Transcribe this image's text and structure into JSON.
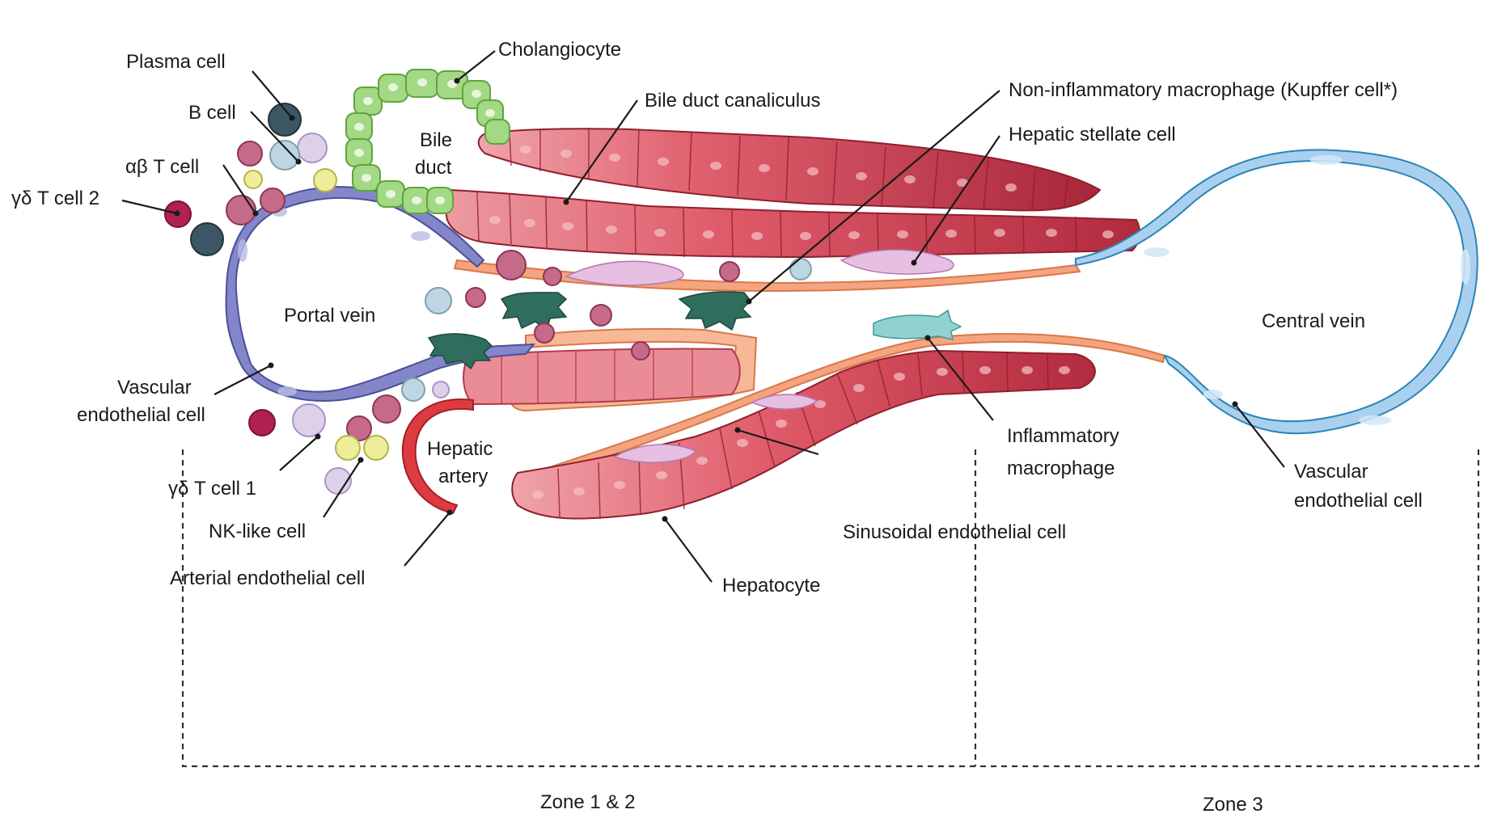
{
  "labels": {
    "plasma_cell": "Plasma cell",
    "b_cell": "B cell",
    "ab_t_cell": "αβ T cell",
    "gd_t_cell_2": "γδ T cell 2",
    "cholangiocyte": "Cholangiocyte",
    "bile_duct_line1": "Bile",
    "bile_duct_line2": "duct",
    "bile_duct_canaliculus": "Bile duct canaliculus",
    "kupffer": "Non-inflammatory macrophage (Kupffer cell*)",
    "hepatic_stellate": "Hepatic stellate cell",
    "portal_vein": "Portal vein",
    "central_vein": "Central vein",
    "vascular_endo_left_line1": "Vascular",
    "vascular_endo_left_line2": "endothelial cell",
    "hepatic_artery_line1": "Hepatic",
    "hepatic_artery_line2": "artery",
    "inflam_macro_line1": "Inflammatory",
    "inflam_macro_line2": "macrophage",
    "vascular_endo_right_line1": "Vascular",
    "vascular_endo_right_line2": "endothelial cell",
    "gd_t_cell_1": "γδ T cell 1",
    "nk_like_cell": "NK-like cell",
    "arterial_endo": "Arterial endothelial cell",
    "sinusoidal_endo": "Sinusoidal endothelial cell",
    "hepatocyte": "Hepatocyte"
  },
  "zones": {
    "zone12": "Zone 1 & 2",
    "zone3": "Zone 3"
  },
  "colors": {
    "hepatocyte_light": "#e98c95",
    "hepatocyte_mid": "#dd5766",
    "hepatocyte_dark": "#b32a3d",
    "portal_vein": "#7b7fc4",
    "central_vein": "#8fc0e4",
    "cholangiocyte": "#9fd67f",
    "sinusoid": "#f3a37c",
    "hepatic_artery": "#dc3b42",
    "kupffer": "#2f6d5c",
    "inflam_macro": "#8fd2cf",
    "stellate": "#d9a8d8"
  }
}
